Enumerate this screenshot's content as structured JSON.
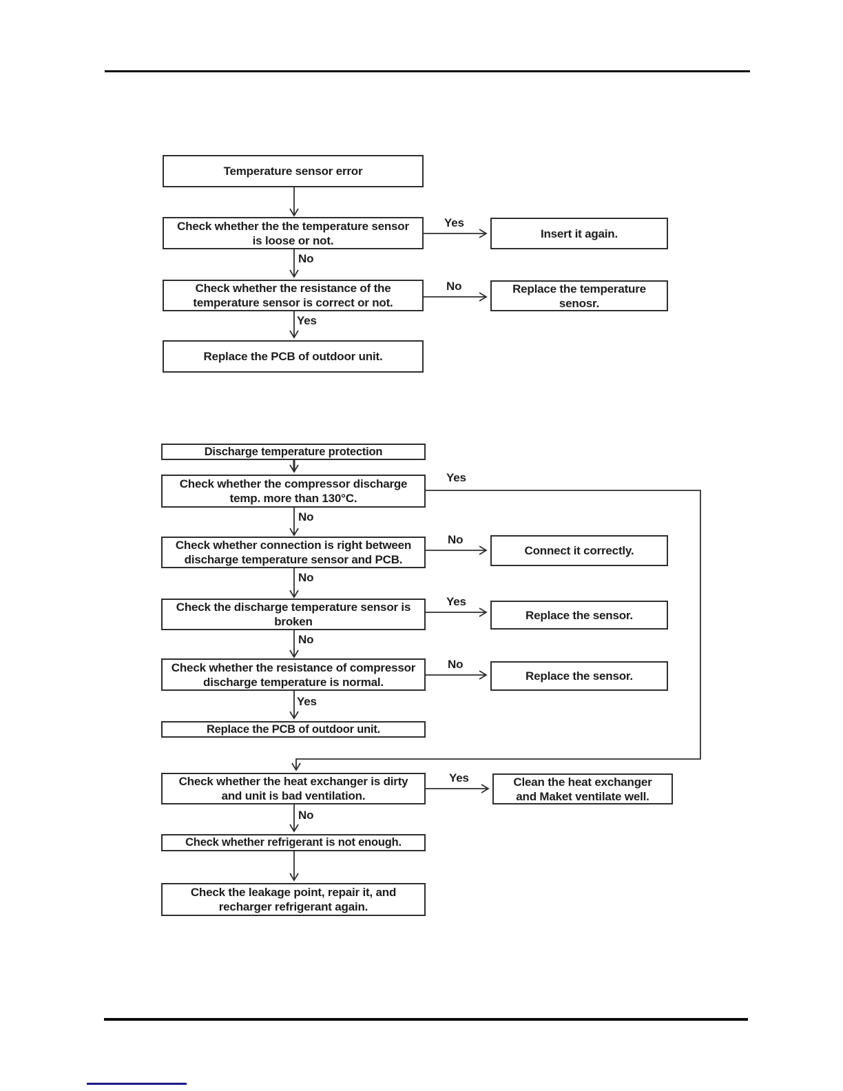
{
  "page": {
    "background_color": "#ffffff",
    "rule_color": "#0b0b0b",
    "footer_link_color": "#1a1a8c"
  },
  "diagram1": {
    "nodes": {
      "start": "Temperature sensor error",
      "check_loose": "Check whether the the temperature sensor\nis loose or not.",
      "insert_again": "Insert it again.",
      "check_resistance": "Check whether the resistance of the\ntemperature sensor is correct or not.",
      "replace_sensor": "Replace the temperature\nsenosr.",
      "replace_pcb": "Replace the PCB of outdoor unit."
    },
    "labels": {
      "loose_yes": "Yes",
      "loose_no": "No",
      "resistance_no": "No",
      "resistance_yes": "Yes"
    }
  },
  "diagram2": {
    "nodes": {
      "start": "Discharge temperature protection",
      "check_discharge": "Check whether the compressor discharge\ntemp. more than 130°C.",
      "check_connection": "Check whether connection is right between\ndischarge temperature sensor and PCB.",
      "connect_correctly": "Connect it correctly.",
      "check_broken": "Check the discharge temperature sensor is\nbroken",
      "replace_sensor_broken": "Replace the sensor.",
      "check_resistance": "Check whether the resistance of compressor\ndischarge temperature is normal.",
      "replace_sensor_resistance": "Replace the sensor.",
      "replace_pcb": "Replace the PCB of outdoor unit.",
      "check_heat_exchanger": "Check whether the heat exchanger is dirty\nand unit is bad ventilation.",
      "clean_heat_exchanger": "Clean the heat exchanger\nand Maket ventilate well.",
      "check_refrigerant": "Check whether refrigerant is not enough.",
      "check_leakage": "Check the leakage point, repair it, and\nrecharger refrigerant again."
    },
    "labels": {
      "discharge_yes": "Yes",
      "discharge_no": "No",
      "connection_no_right": "No",
      "connection_no_down": "No",
      "broken_yes": "Yes",
      "broken_no": "No",
      "resistance_no": "No",
      "resistance_yes": "Yes",
      "heat_yes": "Yes",
      "heat_no": "No"
    }
  }
}
